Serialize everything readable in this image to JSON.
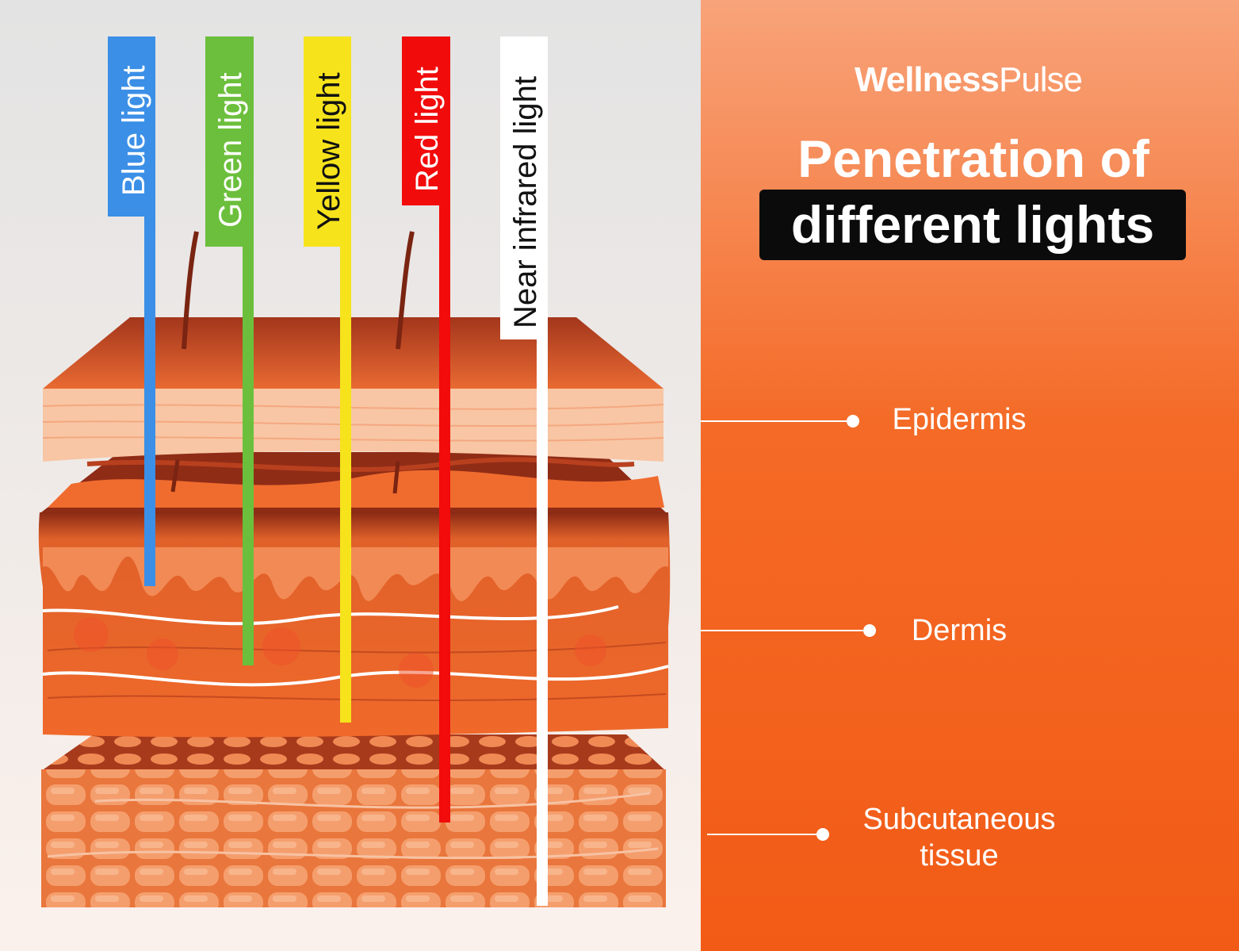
{
  "brand": {
    "name_bold": "Wellness",
    "name_regular": "Pulse"
  },
  "title": {
    "line1": "Penetration of",
    "line2": "different lights"
  },
  "lights": [
    {
      "label": "Blue light",
      "color": "#3b8fe6",
      "text_color": "#ffffff"
    },
    {
      "label": "Green light",
      "color": "#6cbf3c",
      "text_color": "#ffffff"
    },
    {
      "label": "Yellow light",
      "color": "#f6e31c",
      "text_color": "#111111"
    },
    {
      "label": "Red light",
      "color": "#f10b0b",
      "text_color": "#ffffff"
    },
    {
      "label": "Near infrared light",
      "color": "#ffffff",
      "text_color": "#111111"
    }
  ],
  "layers": [
    {
      "label": "Epidermis"
    },
    {
      "label": "Dermis"
    },
    {
      "label": "Subcutaneous tissue"
    }
  ],
  "colors": {
    "panel_left": "#e4e4e4",
    "panel_right_top": "#f59d70",
    "panel_right_bottom": "#f25c17",
    "accent_dark": "#0b0b0b",
    "skin_epidermis": "#f8c5a3",
    "skin_dermis": "#ef6b2c",
    "skin_subcutaneous": "#f39a6b"
  }
}
